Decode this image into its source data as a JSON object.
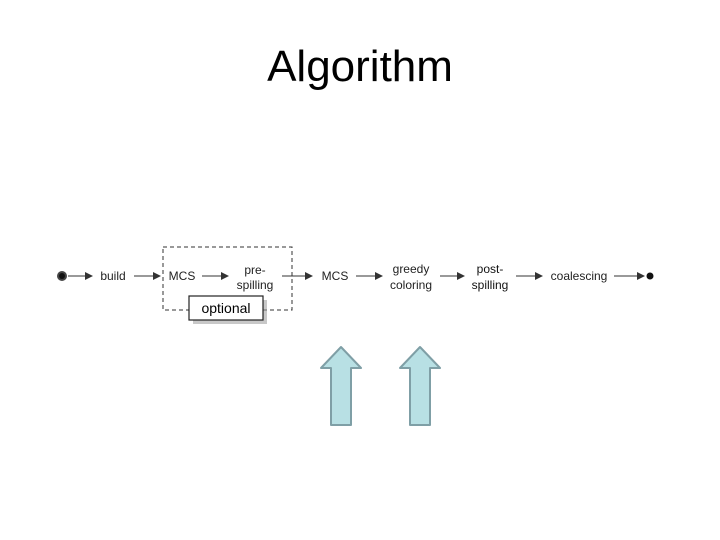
{
  "slide": {
    "title": "Algorithm"
  },
  "pipeline": {
    "steps": [
      {
        "label": "build"
      },
      {
        "label": "MCS"
      },
      {
        "line1": "pre-",
        "line2": "spilling"
      },
      {
        "label": "MCS"
      },
      {
        "line1": "greedy",
        "line2": "coloring"
      },
      {
        "line1": "post-",
        "line2": "spilling"
      },
      {
        "label": "coalescing"
      }
    ],
    "optional_label": "optional"
  },
  "colors": {
    "arrow_fill": "#b8e0e4",
    "arrow_stroke": "#7f9fa6",
    "line": "#333333"
  }
}
